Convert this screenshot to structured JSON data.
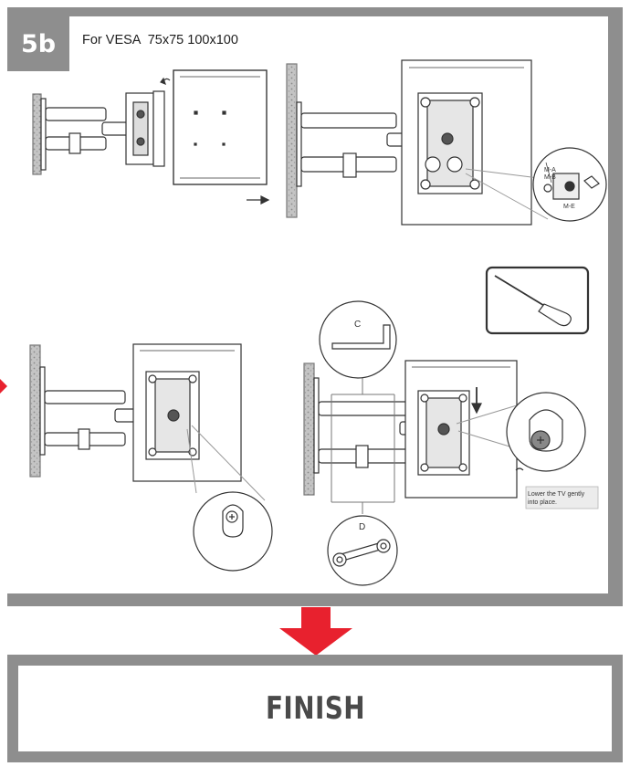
{
  "step": {
    "number": "5b",
    "title": "For VESA  75x75 100x100"
  },
  "callouts": {
    "detail_labels": [
      "M-A",
      "M-B",
      "M-E"
    ],
    "tool_c": "C",
    "tool_d": "D",
    "lower_tv_note_line1": "Lower the TV gently",
    "lower_tv_note_line2": "into place."
  },
  "finish": {
    "label": "FINISH"
  },
  "colors": {
    "panel_gray": "#8e8e8e",
    "arrow_red": "#e8212e",
    "line": "#333333",
    "wall": "#b9b9b9"
  }
}
